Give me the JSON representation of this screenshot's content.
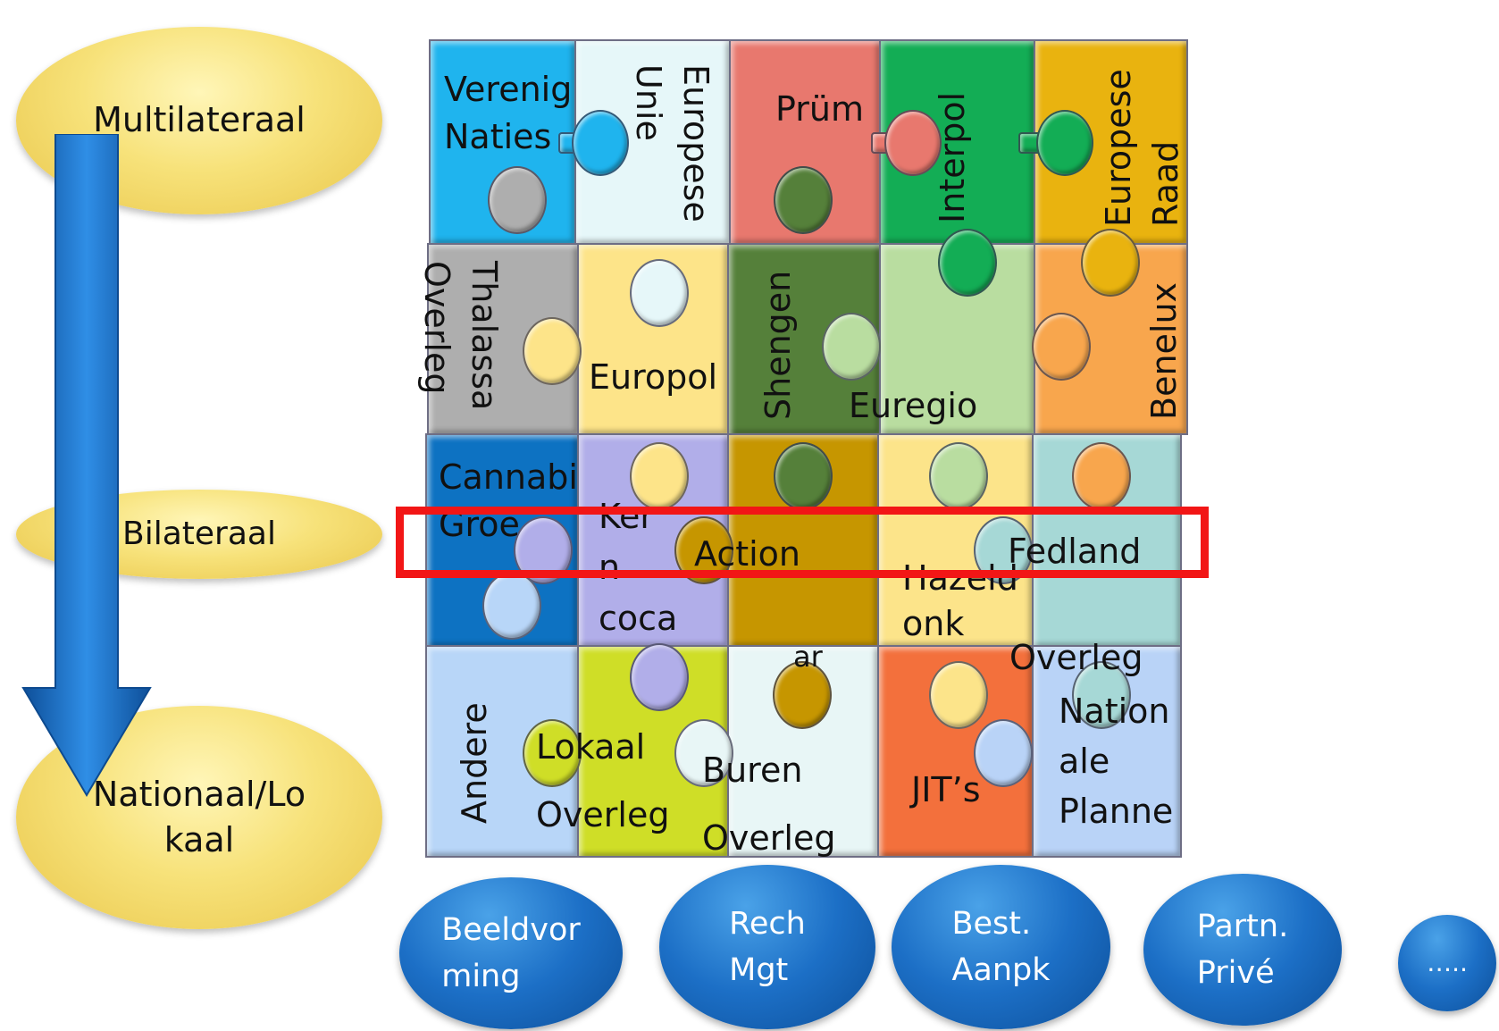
{
  "levels": [
    {
      "label": "Multilateraal"
    },
    {
      "label": "Bilateraal"
    },
    {
      "label": "Nationaal/Lo\nkaal"
    }
  ],
  "arrow": {
    "color": "#1b73c8",
    "direction": "down"
  },
  "grid_colors": [
    [
      "#1fb4ee",
      "#e6f7f9",
      "#e8786e",
      "#13ad55",
      "#e9b30f"
    ],
    [
      "#aeaeae",
      "#fde489",
      "#55803a",
      "#b9dda0",
      "#f8a64d"
    ],
    [
      "#0d72c2",
      "#b1aee9",
      "#c69600",
      "#fce48a",
      "#a6d8d6"
    ],
    [
      "#b8d6f8",
      "#cfde27",
      "#e8f6f6",
      "#f3703c",
      "#b9d3f7"
    ]
  ],
  "pieces": [
    {
      "id": "verenigde-naties",
      "text": "Verenig\nNaties",
      "color": "#1fb4ee"
    },
    {
      "id": "europese-unie",
      "text": "Europese\nUnie",
      "color": "#e6f7f9"
    },
    {
      "id": "prum",
      "text": "Prüm",
      "color": "#e8786e"
    },
    {
      "id": "interpol",
      "text": "Interpol",
      "color": "#13ad55"
    },
    {
      "id": "europese-raad",
      "text": "Europese\nRaad",
      "color": "#e9b30f"
    },
    {
      "id": "thalassa-overleg",
      "text": "Thalassa\nOverleg",
      "color": "#aeaeae"
    },
    {
      "id": "europol",
      "text": "Europol",
      "color": "#fde489"
    },
    {
      "id": "shengen",
      "text": "Shengen",
      "color": "#55803a"
    },
    {
      "id": "euregio",
      "text": "Euregio",
      "color": "#b9dda0"
    },
    {
      "id": "benelux",
      "text": "Benelux",
      "color": "#f8a64d"
    },
    {
      "id": "cannabis-groep",
      "text": "Cannabi\nGroe",
      "color": "#0d72c2"
    },
    {
      "id": "kern-coca",
      "text": "Ker\nn\ncoca",
      "color": "#b1aee9"
    },
    {
      "id": "action",
      "text": "Action",
      "color": "#c69600"
    },
    {
      "id": "hazeldonk",
      "text": "Hazeld\nonk",
      "color": "#fce48a"
    },
    {
      "id": "fedland",
      "text": "Fedland",
      "color": "#a6d8d6"
    },
    {
      "id": "andere",
      "text": "Andere",
      "color": "#b8d6f8"
    },
    {
      "id": "lokaal-overleg",
      "text": "Lokaal\nOverleg",
      "color": "#cfde27"
    },
    {
      "id": "buren-overleg",
      "text": "Buren\nOverleg",
      "color": "#e8f6f6"
    },
    {
      "id": "jits",
      "text": "JIT’s",
      "color": "#f3703c"
    },
    {
      "id": "nationale-planne",
      "text": "Nation\nale\nPlanne",
      "color": "#b9d3f7"
    }
  ],
  "fragments": {
    "overleg": "Overleg",
    "ar": "ar"
  },
  "categories": [
    {
      "id": "beeldvorming",
      "text": "Beeldvor\nming"
    },
    {
      "id": "rech-mgt",
      "text": "Rech\nMgt"
    },
    {
      "id": "best-aanpk",
      "text": "Best.\nAanpk"
    },
    {
      "id": "partn-prive",
      "text": "Partn.\nPrivé"
    },
    {
      "id": "more",
      "text": "….."
    }
  ],
  "highlight": {
    "color": "#f21616",
    "row": "Bilateraal"
  }
}
